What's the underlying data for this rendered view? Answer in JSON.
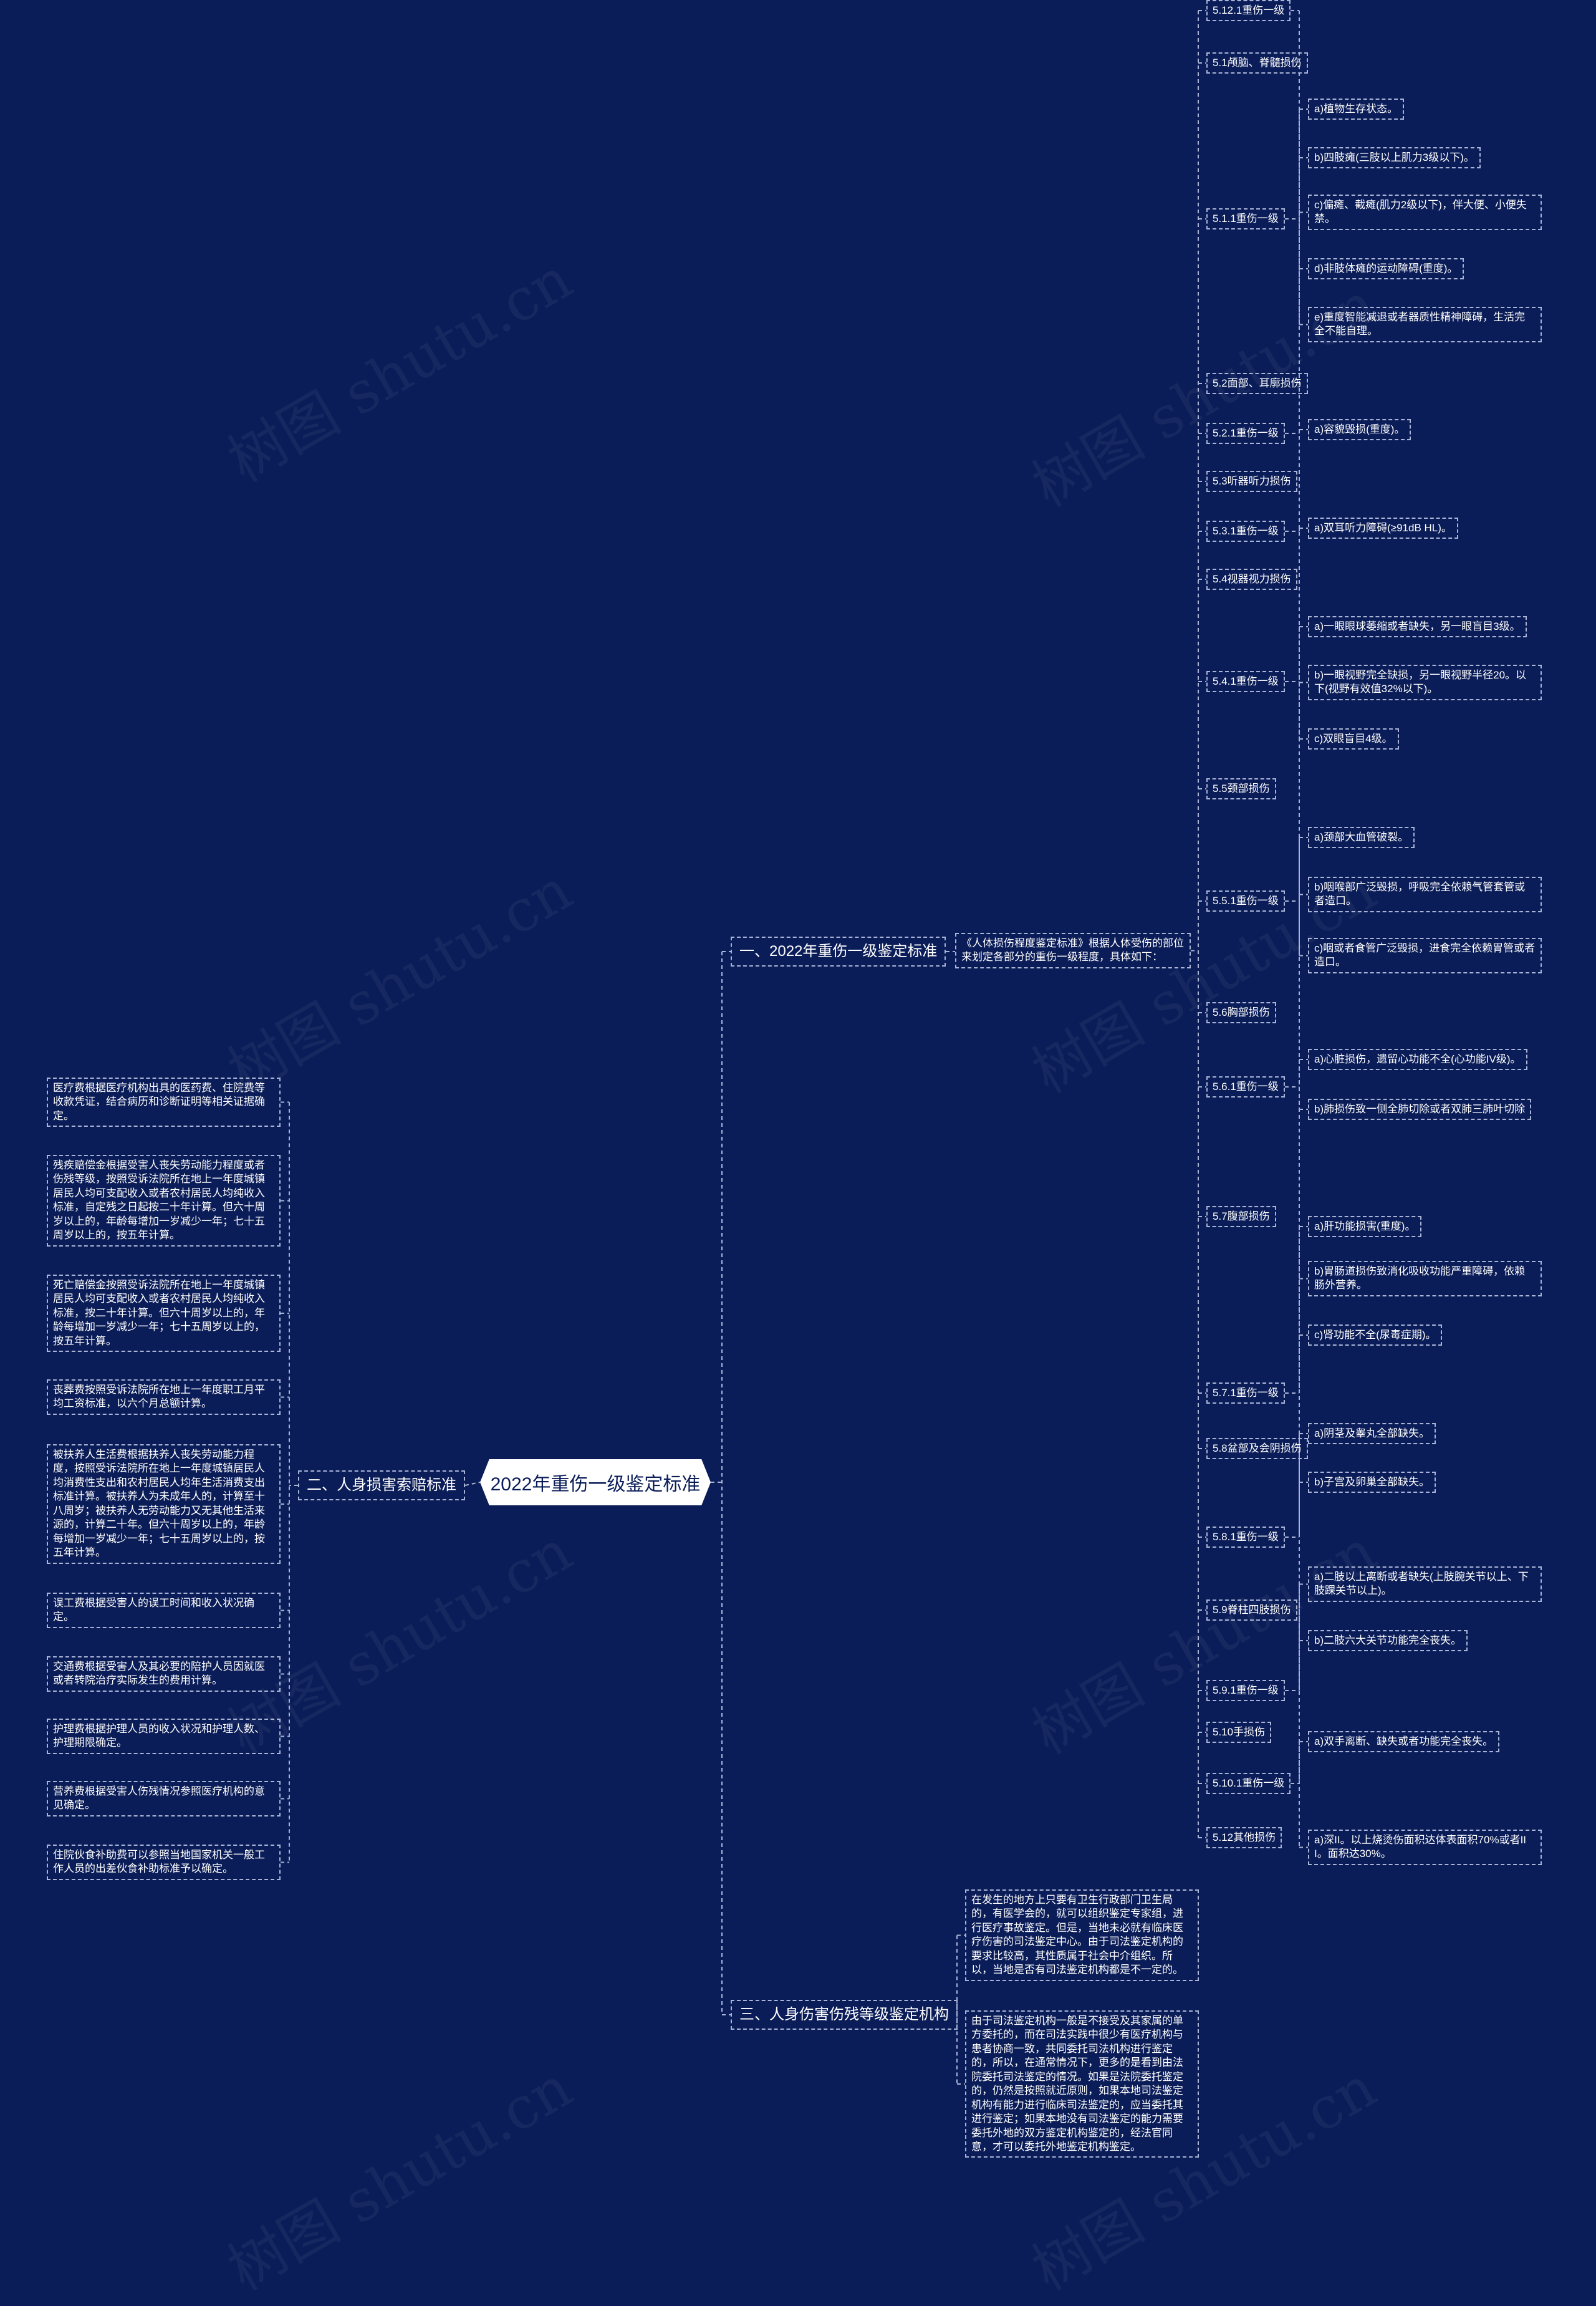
{
  "root": "2022年重伤一级鉴定标准",
  "branches": {
    "b1": "一、2022年重伤一级鉴定标准",
    "b2": "二、人身损害索赔标准",
    "b3": "三、人身伤害伤残等级鉴定机构"
  },
  "b1_intro": "《人体损伤程度鉴定标准》根据人体受伤的部位来划定各部分的重伤一级程度，具体如下：",
  "sections": [
    {
      "title": "5.1颅脑、脊髓损伤"
    },
    {
      "title": "5.1.1重伤一级",
      "items": [
        "a)植物生存状态。",
        "b)四肢瘫(三肢以上肌力3级以下)。",
        "c)偏瘫、截瘫(肌力2级以下)，伴大便、小便失禁。",
        "d)非肢体瘫的运动障碍(重度)。",
        "e)重度智能减退或者器质性精神障碍，生活完全不能自理。"
      ]
    },
    {
      "title": "5.2面部、耳廓损伤"
    },
    {
      "title": "5.2.1重伤一级",
      "items": [
        "a)容貌毁损(重度)。"
      ]
    },
    {
      "title": "5.3听器听力损伤"
    },
    {
      "title": "5.3.1重伤一级",
      "items": [
        "a)双耳听力障碍(≥91dB HL)。"
      ]
    },
    {
      "title": "5.4视器视力损伤"
    },
    {
      "title": "5.4.1重伤一级",
      "items": [
        "a)一眼眼球萎缩或者缺失，另一眼盲目3级。",
        "b)一眼视野完全缺损，另一眼视野半径20。以下(视野有效值32%以下)。",
        "c)双眼盲目4级。"
      ]
    },
    {
      "title": "5.5颈部损伤"
    },
    {
      "title": "5.5.1重伤一级",
      "items": [
        "a)颈部大血管破裂。",
        "b)咽喉部广泛毁损，呼吸完全依赖气管套管或者造口。",
        "c)咽或者食管广泛毁损，进食完全依赖胃管或者造口。"
      ]
    },
    {
      "title": "5.6胸部损伤"
    },
    {
      "title": "5.6.1重伤一级",
      "items": [
        "a)心脏损伤，遗留心功能不全(心功能IV级)。",
        "b)肺损伤致一侧全肺切除或者双肺三肺叶切除"
      ]
    },
    {
      "title": "5.7腹部损伤"
    },
    {
      "title": "5.7.1重伤一级",
      "items": [
        "a)肝功能损害(重度)。",
        "b)胃肠道损伤致消化吸收功能严重障碍，依赖肠外营养。",
        "c)肾功能不全(尿毒症期)。"
      ]
    },
    {
      "title": "5.8盆部及会阴损伤"
    },
    {
      "title": "5.8.1重伤一级",
      "items": [
        "a)阴茎及睾丸全部缺失。",
        "b)子宫及卵巢全部缺失。"
      ]
    },
    {
      "title": "5.9脊柱四肢损伤"
    },
    {
      "title": "5.9.1重伤一级",
      "items": [
        "a)二肢以上离断或者缺失(上肢腕关节以上、下肢踝关节以上)。",
        "b)二肢六大关节功能完全丧失。"
      ]
    },
    {
      "title": "5.10手损伤"
    },
    {
      "title": "5.10.1重伤一级",
      "items": [
        "a)双手离断、缺失或者功能完全丧失。"
      ]
    },
    {
      "title": "5.12其他损伤"
    },
    {
      "title": "5.12.1重伤一级",
      "items": [
        "a)深II。以上烧烫伤面积达体表面积70%或者III。面积达30%。"
      ]
    }
  ],
  "b2_items": [
    "医疗费根据医疗机构出具的医药费、住院费等收款凭证，结合病历和诊断证明等相关证据确定。",
    "残疾赔偿金根据受害人丧失劳动能力程度或者伤残等级，按照受诉法院所在地上一年度城镇居民人均可支配收入或者农村居民人均纯收入标准，自定残之日起按二十年计算。但六十周岁以上的，年龄每增加一岁减少一年；七十五周岁以上的，按五年计算。",
    "死亡赔偿金按照受诉法院所在地上一年度城镇居民人均可支配收入或者农村居民人均纯收入标准，按二十年计算。但六十周岁以上的，年龄每增加一岁减少一年；七十五周岁以上的，按五年计算。",
    "丧葬费按照受诉法院所在地上一年度职工月平均工资标准，以六个月总额计算。",
    "被扶养人生活费根据扶养人丧失劳动能力程度，按照受诉法院所在地上一年度城镇居民人均消费性支出和农村居民人均年生活消费支出标准计算。被扶养人为未成年人的，计算至十八周岁；被扶养人无劳动能力又无其他生活来源的，计算二十年。但六十周岁以上的，年龄每增加一岁减少一年；七十五周岁以上的，按五年计算。",
    "误工费根据受害人的误工时间和收入状况确定。",
    "交通费根据受害人及其必要的陪护人员因就医或者转院治疗实际发生的费用计算。",
    "护理费根据护理人员的收入状况和护理人数、护理期限确定。",
    "营养费根据受害人伤残情况参照医疗机构的意见确定。",
    "住院伙食补助费可以参照当地国家机关一般工作人员的出差伙食补助标准予以确定。"
  ],
  "b3_items": [
    "在发生的地方上只要有卫生行政部门卫生局的，有医学会的，就可以组织鉴定专家组，进行医疗事故鉴定。但是，当地未必就有临床医疗伤害的司法鉴定中心。由于司法鉴定机构的要求比较高，其性质属于社会中介组织。所以，当地是否有司法鉴定机构都是不一定的。",
    "由于司法鉴定机构一般是不接受及其家属的单方委托的，而在司法实践中很少有医疗机构与患者协商一致，共同委托司法机构进行鉴定的，所以，在通常情况下，更多的是看到由法院委托司法鉴定的情况。如果是法院委托鉴定的，仍然是按照就近原则，如果本地司法鉴定机构有能力进行临床司法鉴定的，应当委托其进行鉴定；如果本地没有司法鉴定的能力需要委托外地的双方鉴定机构鉴定的，经法官同意，才可以委托外地鉴定机构鉴定。"
  ],
  "watermark": "树图 shutu.cn",
  "colors": {
    "background": "#0b1d58",
    "line": "#a9b4d6",
    "text": "#ffffff"
  }
}
